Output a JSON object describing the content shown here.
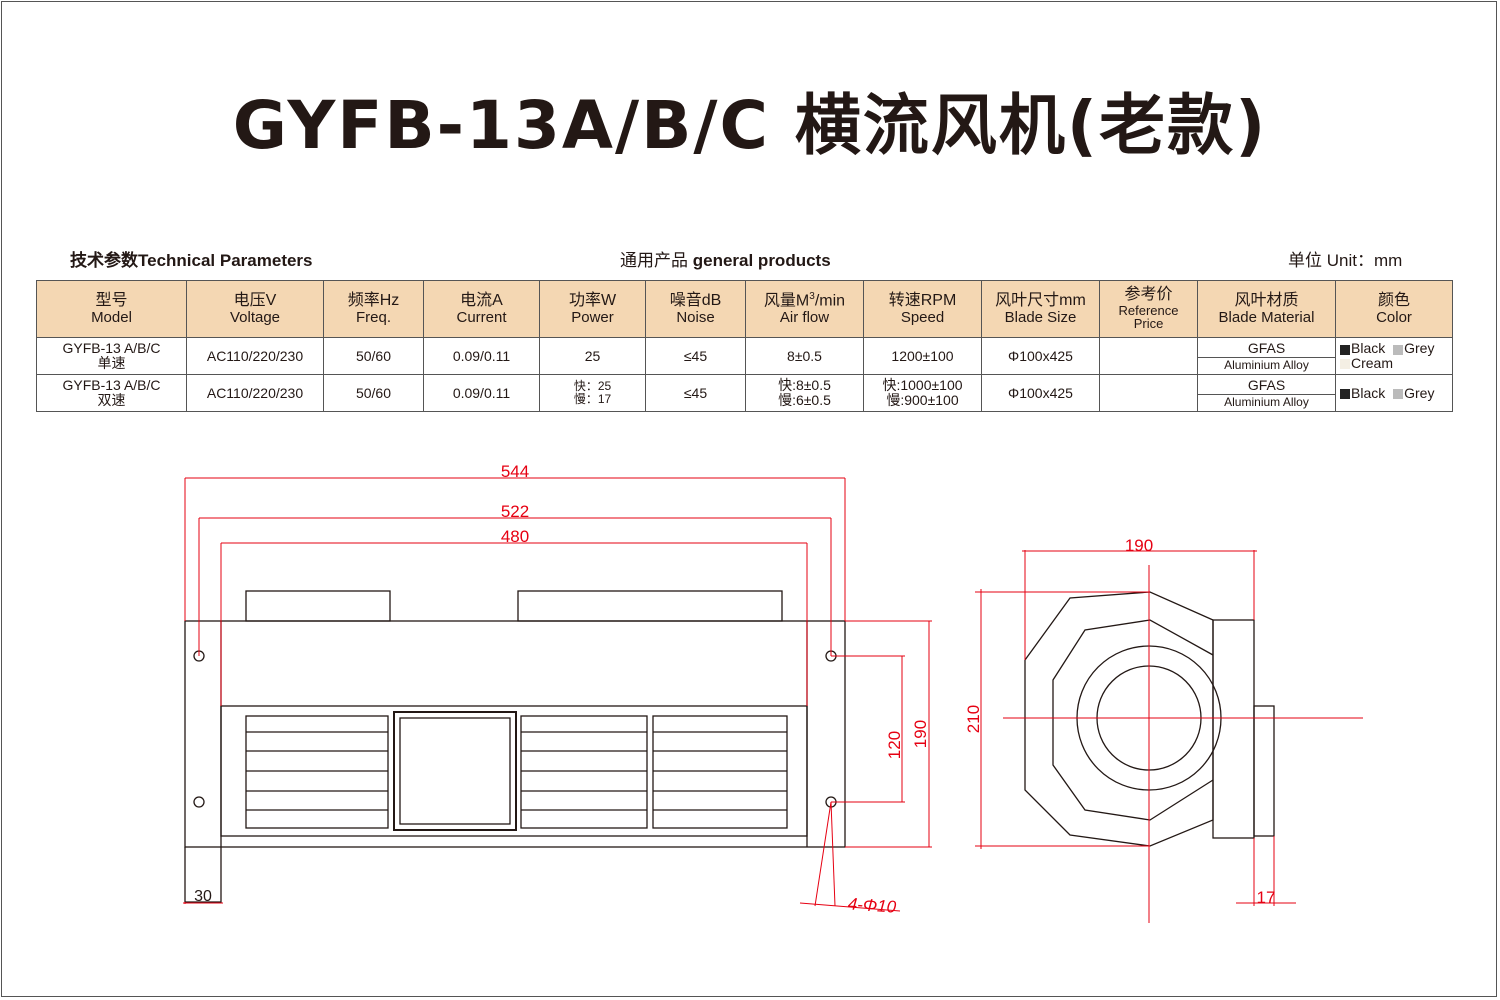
{
  "title": "GYFB-13A/B/C 横流风机(老款)",
  "header": {
    "tech_zh": "技术参数",
    "tech_en": "Technical Parameters",
    "general_zh": "通用产品",
    "general_en": "general products",
    "unit_zh": "单位",
    "unit_en": "Unit：mm"
  },
  "table": {
    "headers": [
      {
        "zh": "型号",
        "en": "Model"
      },
      {
        "zh": "电压V",
        "en": "Voltage"
      },
      {
        "zh": "频率Hz",
        "en": "Freq."
      },
      {
        "zh": "电流A",
        "en": "Current"
      },
      {
        "zh": "功率W",
        "en": "Power"
      },
      {
        "zh": "噪音dB",
        "en": "Noise"
      },
      {
        "zh": "风量M",
        "zh_sup": "3",
        "zh_tail": "/min",
        "en": "Air flow"
      },
      {
        "zh": "转速RPM",
        "en": "Speed"
      },
      {
        "zh": "风叶尺寸mm",
        "en": "Blade Size"
      },
      {
        "zh": "参考价",
        "en": "Reference",
        "en2": "Price"
      },
      {
        "zh": "风叶材质",
        "en": "Blade Material"
      },
      {
        "zh": "颜色",
        "en": "Color"
      }
    ],
    "rows": [
      {
        "model": "GYFB-13 A/B/C",
        "model_sub": "单速",
        "voltage": "AC110/220/230",
        "freq": "50/60",
        "current": "0.09/0.11",
        "power": "25",
        "noise": "≤45",
        "airflow": "8±0.5",
        "speed": "1200±100",
        "blade_size": "Φ100x425",
        "price": "",
        "material_1": "GFAS",
        "material_2": "Aluminium Alloy",
        "color_1": "Black",
        "color_2": "Grey",
        "color_3": "Cream"
      },
      {
        "model": "GYFB-13 A/B/C",
        "model_sub": "双速",
        "voltage": "AC110/220/230",
        "freq": "50/60",
        "current": "0.09/0.11",
        "power_fast": "快：25",
        "power_slow": "慢：17",
        "noise": "≤45",
        "airflow_fast": "快:8±0.5",
        "airflow_slow": "慢:6±0.5",
        "speed_fast": "快:1000±100",
        "speed_slow": "慢:900±100",
        "blade_size": "Φ100x425",
        "price": "",
        "material_1": "GFAS",
        "material_2": "Aluminium Alloy",
        "color_1": "Black",
        "color_2": "Grey"
      }
    ]
  },
  "colors": {
    "black_swatch": "#222222",
    "grey_swatch": "#bbbbbb",
    "cream_swatch": "#f4efe4",
    "dimension_red": "#e60012",
    "header_bg": "#f4d7b3"
  },
  "dimensions": {
    "front_overall": "544",
    "front_mount": "522",
    "front_body": "480",
    "hole_spacing": "120",
    "flange_height": "190",
    "foot_width": "30",
    "holes": "4-Φ10",
    "side_width": "190",
    "side_height": "210",
    "shaft_length": "17"
  }
}
